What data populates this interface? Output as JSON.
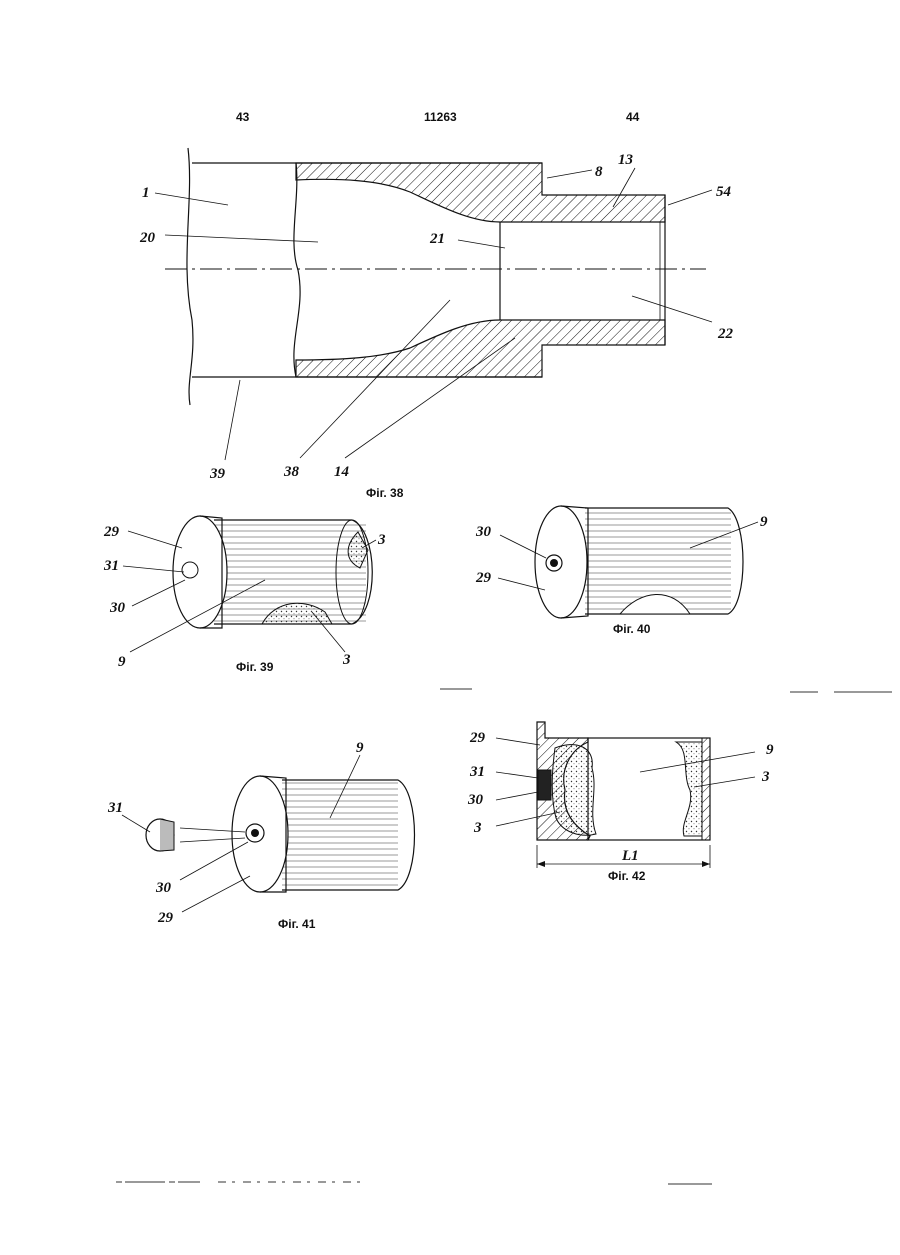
{
  "header": {
    "left_page": "43",
    "doc_number": "11263",
    "right_page": "44"
  },
  "figures": {
    "fig38": {
      "caption": "Фіг. 38",
      "labels": [
        "1",
        "20",
        "21",
        "8",
        "13",
        "54",
        "22",
        "39",
        "38",
        "14"
      ]
    },
    "fig39": {
      "caption": "Фіг. 39",
      "labels": [
        "29",
        "31",
        "30",
        "9",
        "3",
        "3"
      ]
    },
    "fig40": {
      "caption": "Фіг. 40",
      "labels": [
        "30",
        "29",
        "9"
      ]
    },
    "fig41": {
      "caption": "Фіг. 41",
      "labels": [
        "31",
        "9",
        "30",
        "29"
      ]
    },
    "fig42": {
      "caption": "Фіг. 42",
      "labels": [
        "29",
        "31",
        "30",
        "3",
        "9",
        "3",
        "L1"
      ]
    }
  }
}
